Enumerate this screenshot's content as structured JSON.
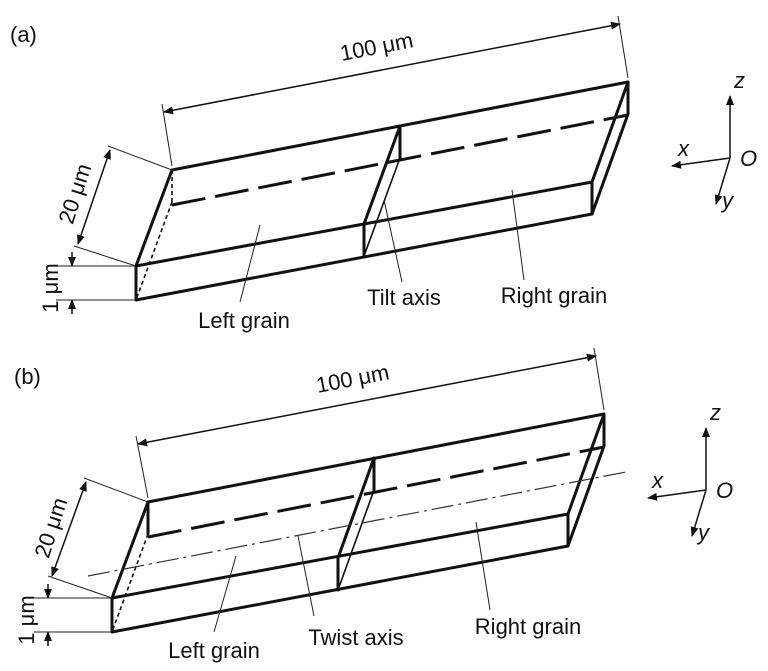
{
  "panel_a": {
    "panel_label": "(a)",
    "length_label": "100 μm",
    "width_label": "20 μm",
    "thickness_label": "1 μm",
    "left_label": "Left grain",
    "axis_label": "Tilt axis",
    "right_label": "Right grain"
  },
  "panel_b": {
    "panel_label": "(b)",
    "length_label": "100 μm",
    "width_label": "20 μm",
    "thickness_label": "1 μm",
    "left_label": "Left grain",
    "axis_label": "Twist axis",
    "right_label": "Right grain"
  },
  "coordinate_frame": {
    "z": "z",
    "x": "x",
    "y": "y",
    "origin": "O"
  }
}
